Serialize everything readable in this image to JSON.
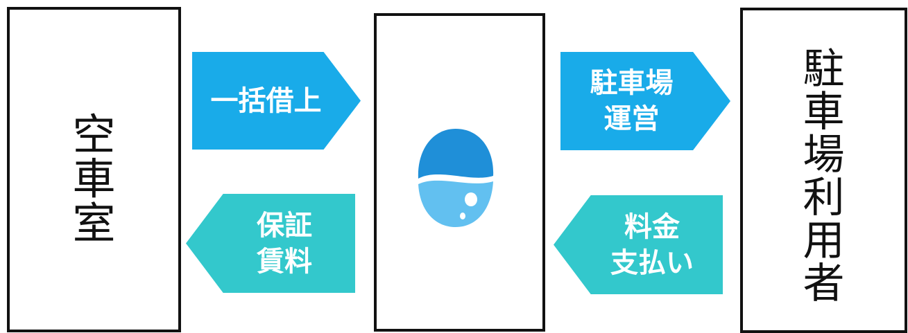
{
  "boxes": {
    "left": {
      "chars": [
        "空",
        "車",
        "室"
      ]
    },
    "center": {
      "logo": "water-drop-icon"
    },
    "right": {
      "chars": [
        "駐",
        "車",
        "場",
        "利",
        "用",
        "者"
      ]
    }
  },
  "arrows": {
    "lease": {
      "lines": [
        "一括借上"
      ],
      "direction": "right",
      "color": "#19abe9"
    },
    "guarantee": {
      "lines": [
        "保証",
        "賃料"
      ],
      "direction": "left",
      "color": "#33c8cc"
    },
    "operation": {
      "lines": [
        "駐車場",
        "運営"
      ],
      "direction": "right",
      "color": "#19abe9"
    },
    "payment": {
      "lines": [
        "料金",
        "支払い"
      ],
      "direction": "left",
      "color": "#33c8cc"
    }
  },
  "colors": {
    "blue": "#19abe9",
    "teal": "#33c8cc",
    "logo_dark": "#1f8fd8",
    "logo_light": "#62c0f0",
    "border": "#111111"
  }
}
